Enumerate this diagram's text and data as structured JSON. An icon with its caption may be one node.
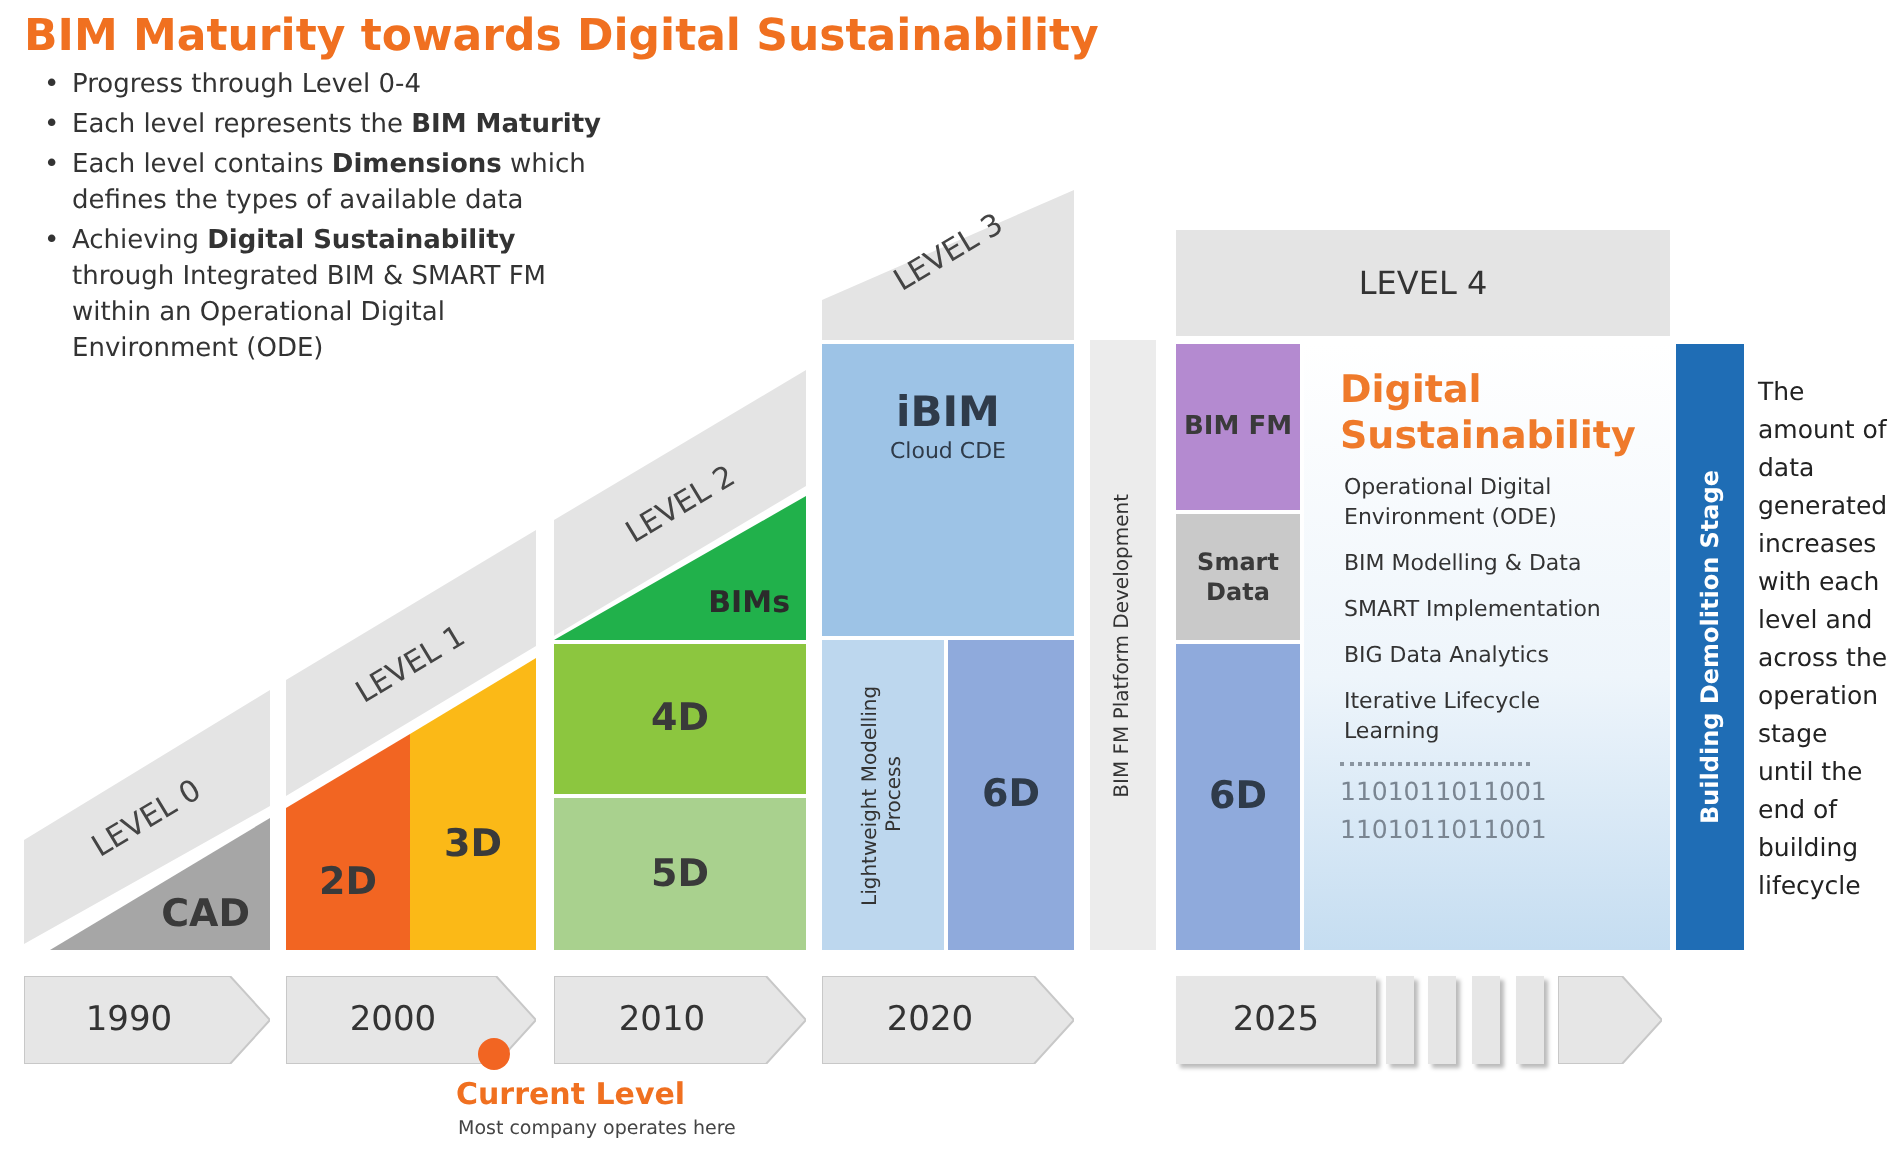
{
  "diagram": {
    "title": "BIM Maturity towards Digital Sustainability",
    "nodes": [
      {
        "text": [
          "LEVEL 0"
        ]
      },
      {
        "text": [
          "CAD"
        ]
      },
      {
        "text": [
          "LEVEL 1"
        ]
      },
      {
        "text": [
          "2D"
        ]
      },
      {
        "text": [
          "3D"
        ]
      },
      {
        "text": [
          "LEVEL 2"
        ]
      },
      {
        "text": [
          "BIMs"
        ]
      },
      {
        "text": [
          "4D"
        ]
      },
      {
        "text": [
          "5D"
        ]
      },
      {
        "text": [
          "LEVEL 3"
        ]
      },
      {
        "text": [
          "iBIM",
          "Cloud CDE"
        ]
      },
      {
        "text": [
          "Lightweight Modelling Process"
        ]
      },
      {
        "text": [
          "6D"
        ]
      },
      {
        "text": [
          "BIM FM Platform Development"
        ]
      },
      {
        "text": [
          "LEVEL 4"
        ]
      },
      {
        "text": [
          "Digital Sustainability",
          "Operational Digital Environment (ODE)",
          "BIM Modelling & Data",
          "SMART Implementation",
          "BIG Data Analytics",
          "Iterative Lifecycle Learning",
          "1101011011001",
          "1101011011001"
        ]
      },
      {
        "text": [
          "BIM FM"
        ]
      },
      {
        "text": [
          "Smart Data"
        ]
      },
      {
        "text": [
          "6D"
        ]
      },
      {
        "text": [
          "Building Demolition Stage"
        ]
      },
      {
        "text": [
          "1990"
        ]
      },
      {
        "text": [
          "2000"
        ]
      },
      {
        "text": [
          "2010"
        ]
      },
      {
        "text": [
          "2020"
        ]
      },
      {
        "text": [
          "2025"
        ]
      },
      {
        "text": [],
        "shape": "box"
      },
      {
        "text": [],
        "shape": "box"
      },
      {
        "text": [],
        "shape": "box"
      },
      {
        "text": [],
        "shape": "box"
      },
      {
        "text": [],
        "shape": "chevron"
      }
    ],
    "edges": [],
    "labels": [
      "•",
      "Progress through Level 0-4",
      "•",
      "Each level represents the **BIM Maturity**",
      "•",
      "Each level contains **Dimensions** which defines the types of available data",
      "•",
      "Achieving **Digital Sustainability** through Integrated BIM & SMART FM within an Operational Digital Environment (ODE)",
      "The amount of data generated increases with each level and across the operation stage until the end of building lifecycle",
      "Current Level",
      "Most company operates here"
    ]
  }
}
